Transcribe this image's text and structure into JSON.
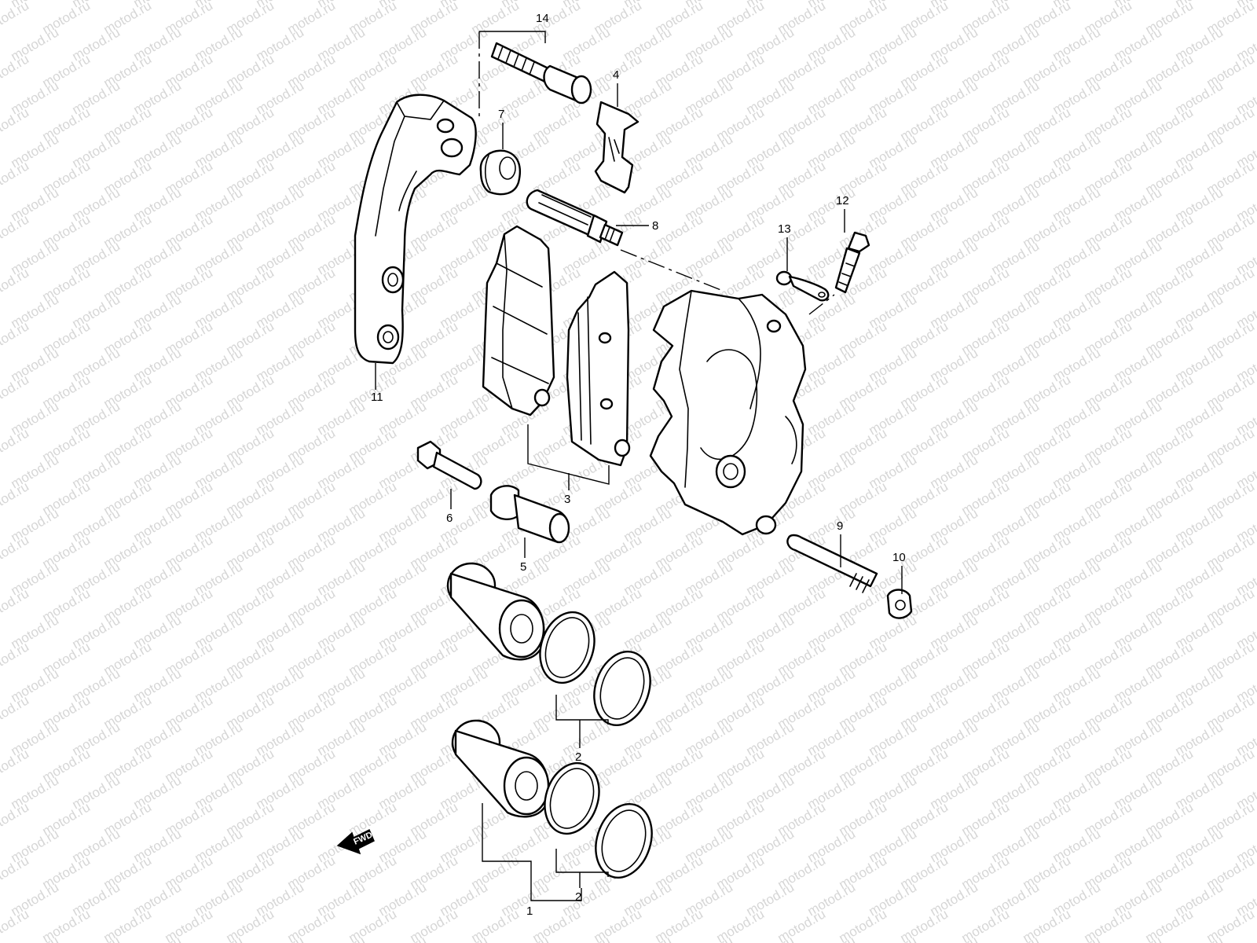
{
  "watermark": "motod.ru",
  "callouts": {
    "c1": "1",
    "c2a": "2",
    "c2b": "2",
    "c3": "3",
    "c4": "4",
    "c5": "5",
    "c6": "6",
    "c7": "7",
    "c8": "8",
    "c9": "9",
    "c10": "10",
    "c11": "11",
    "c12": "12",
    "c13": "13",
    "c14": "14"
  },
  "fwd_label": "FWD"
}
